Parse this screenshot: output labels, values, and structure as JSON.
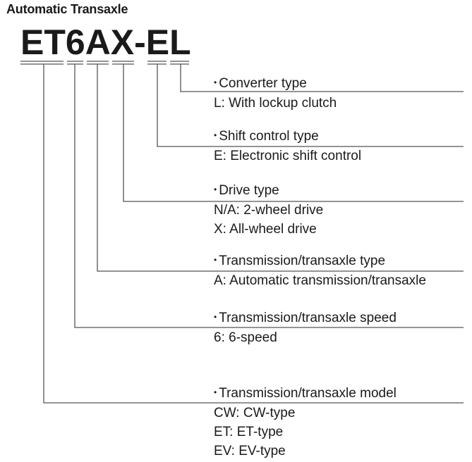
{
  "heading": "Automatic Transaxle",
  "code": "ET6AX-EL",
  "descriptions": [
    {
      "title": "Converter type",
      "values": [
        "L: With lockup clutch"
      ]
    },
    {
      "title": "Shift control type",
      "values": [
        "E: Electronic shift control"
      ]
    },
    {
      "title": "Drive type",
      "values": [
        "N/A: 2-wheel drive",
        "X: All-wheel drive"
      ]
    },
    {
      "title": "Transmission/transaxle type",
      "values": [
        "A: Automatic transmission/transaxle"
      ]
    },
    {
      "title": "Transmission/transaxle speed",
      "values": [
        "6: 6-speed"
      ]
    },
    {
      "title": "Transmission/transaxle model",
      "values": [
        "CW: CW-type",
        "ET: ET-type",
        "EV: EV-type"
      ]
    }
  ]
}
